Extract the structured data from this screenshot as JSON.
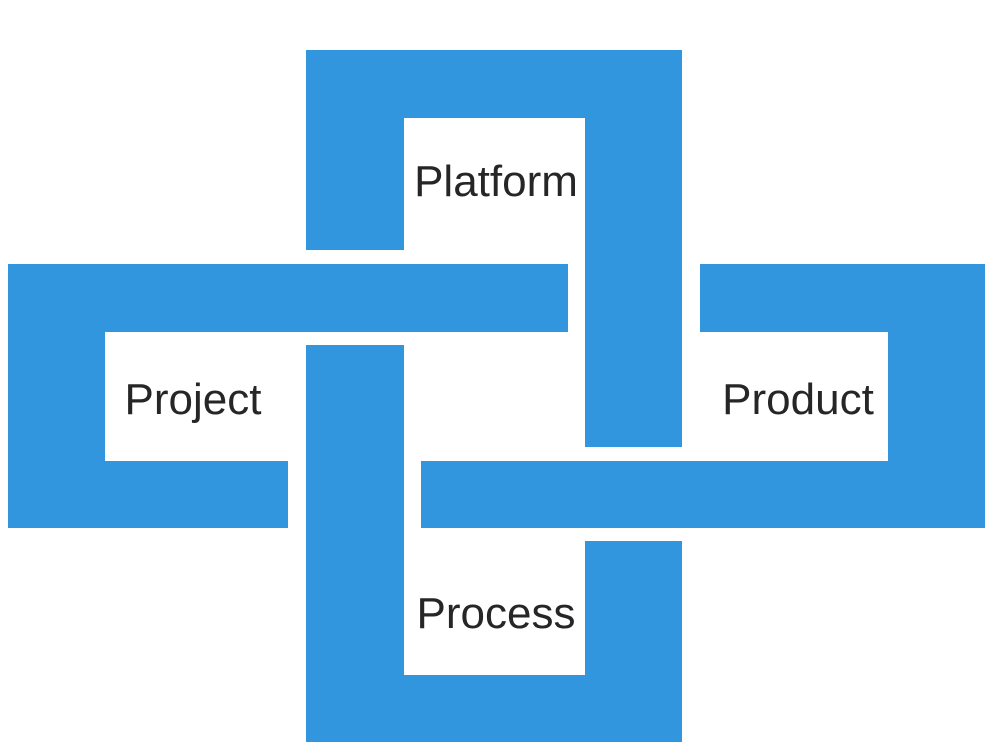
{
  "colors": {
    "band": "#3296df",
    "background": "#ffffff",
    "label_text": "#262626"
  },
  "labels": {
    "platform": "Platform",
    "project": "Project",
    "product": "Product",
    "process": "Process"
  }
}
